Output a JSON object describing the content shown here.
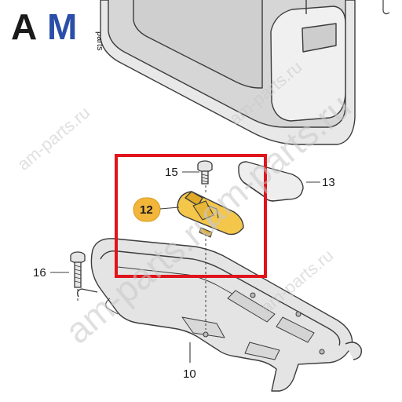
{
  "logo": {
    "text_a": "A",
    "text_m": "M",
    "sub": "parts",
    "colors": {
      "dark": "#1a1a1a",
      "accent": "#2b4fa8"
    }
  },
  "watermarks": [
    "am-parts.ru",
    "am-parts.ru",
    "am-parts.ru",
    "am-parts.ru",
    "am-parts.ru"
  ],
  "callouts": {
    "p10": "10",
    "p12": "12",
    "p13": "13",
    "p15": "15",
    "p16": "16"
  },
  "colors": {
    "highlight_frame": "#e0141c",
    "highlight_part": "#f4c64a",
    "highlight_badge": "#f2b63a",
    "line": "#3c3c3c",
    "part_fill": "#e2e2e2"
  }
}
